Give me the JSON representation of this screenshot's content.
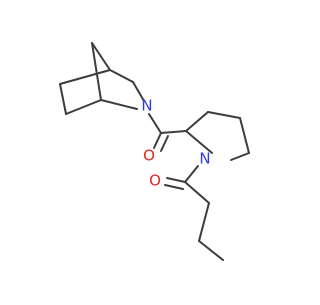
{
  "molecule": {
    "atoms": {
      "n_bicycle": "N",
      "o_amide": "O",
      "n_piperidine": "N",
      "o_butanoyl": "O"
    }
  },
  "colors": {
    "background": "#ffffff",
    "bond": "#3c3c3c",
    "nitrogen": "#2f3ae6",
    "oxygen": "#e0281e"
  }
}
